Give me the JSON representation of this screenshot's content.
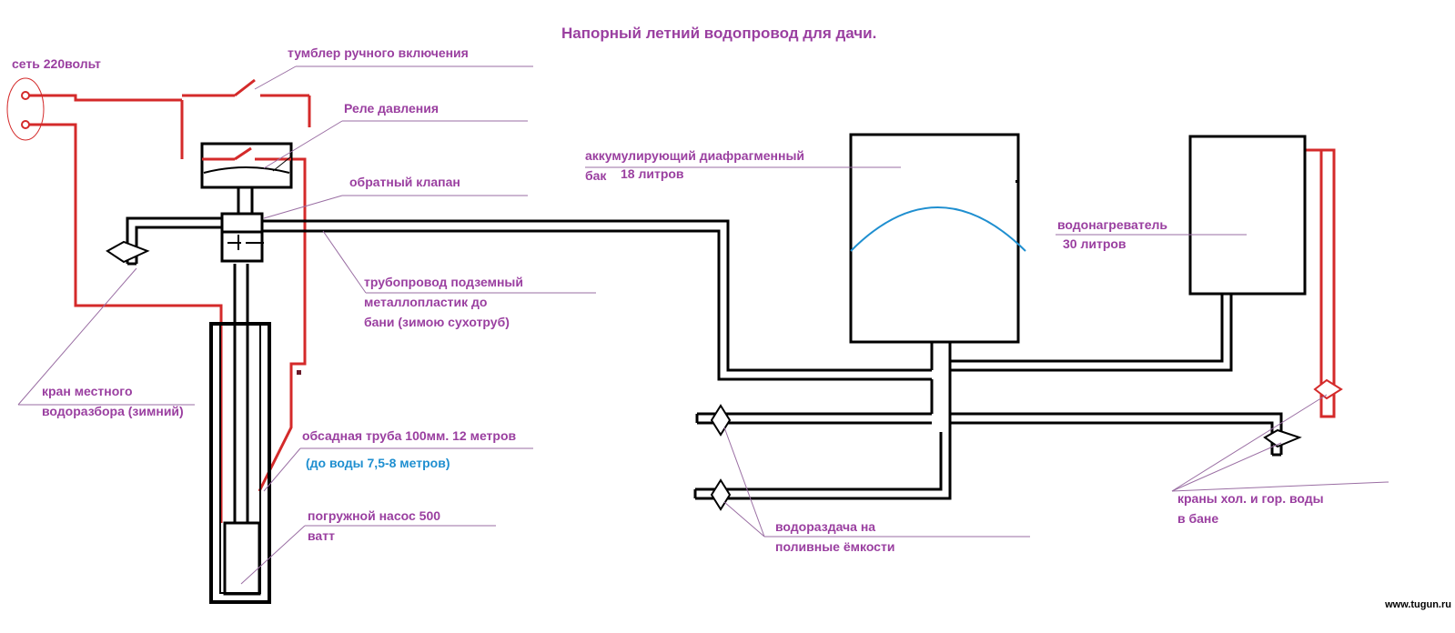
{
  "title": "Напорный летний водопровод для дачи.",
  "labels": {
    "mains": "сеть 220вольт",
    "toggle": "тумблер ручного включения",
    "relay": "Реле давления",
    "check_valve": "обратный клапан",
    "pipeline_1": "трубопровод  подземный",
    "pipeline_2": "металлопластик до",
    "pipeline_3": "бани   (зимою сухотруб)",
    "local_tap_1": "кран местного",
    "local_tap_2": "водоразбора (зимний)",
    "casing_1": "обсадная труба 100мм.  12 метров",
    "casing_2": "(до воды 7,5-8 метров)",
    "pump_1": "погружной насос 500",
    "pump_2": "ватт",
    "tank_1": "аккумулирующий диафрагменный",
    "tank_2a": "бак",
    "tank_2b": "18 литров",
    "heater_1": "водонагреватель",
    "heater_2": "30 литров",
    "irrigation_1": "водораздача на",
    "irrigation_2": "поливные ёмкости",
    "bath_taps_1": "краны хол. и гор. воды",
    "bath_taps_2": "в бане"
  },
  "watermark": "www.tugun.ru",
  "colors": {
    "label": "#9a3fa0",
    "accent_label": "#1f8fd0",
    "pipe": "#000000",
    "wire": "#d42a2a",
    "membrane": "#1f8fd0"
  }
}
